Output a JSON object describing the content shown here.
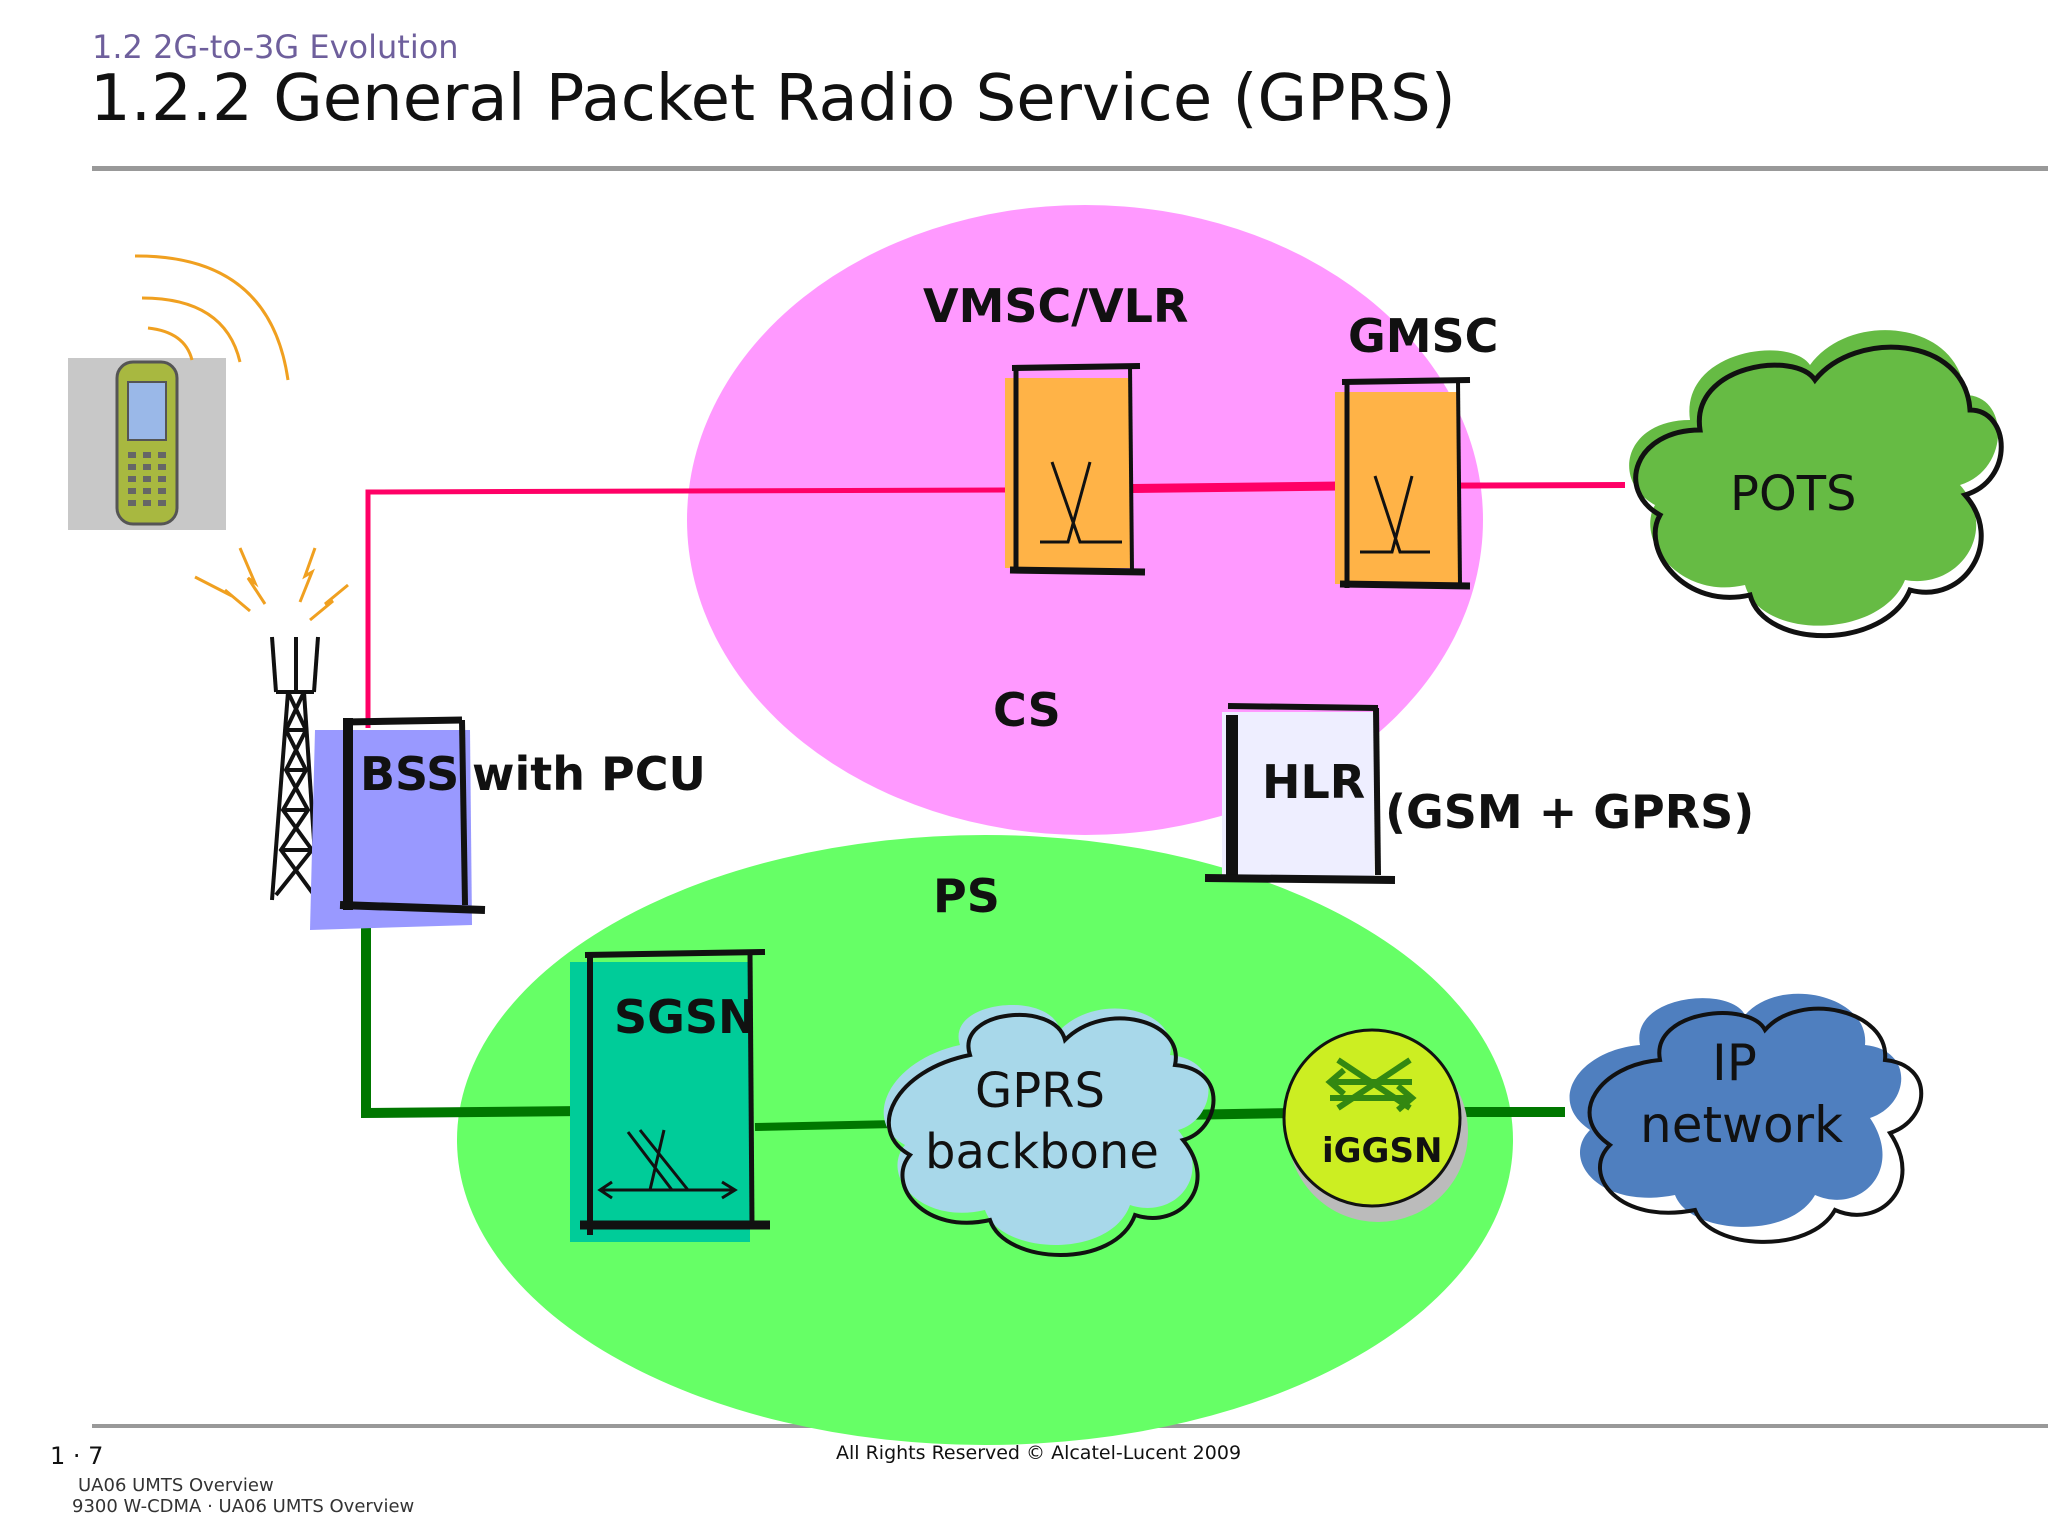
{
  "header": {
    "subtitle": "1.2 2G-to-3G Evolution",
    "title": "1.2.2 General Packet Radio Service (GPRS)"
  },
  "diagram": {
    "domains": {
      "cs": "CS",
      "ps": "PS"
    },
    "nodes": {
      "vmsc": "VMSC/VLR",
      "gmsc": "GMSC",
      "pots": "POTS",
      "bss": "BSS",
      "bss_suffix": "with PCU",
      "hlr": "HLR",
      "hlr_suffix": "(GSM + GPRS)",
      "sgsn": "SGSN",
      "gprs_backbone_line1": "GPRS",
      "gprs_backbone_line2": "backbone",
      "iggsn": "iGGSN",
      "ip_network_line1": "IP",
      "ip_network_line2": "network"
    },
    "colors": {
      "cs_domain": "#ff99ff",
      "ps_domain": "#66ff66",
      "circuit_link": "#ff0066",
      "packet_link": "#007700",
      "msc_box": "#ffb347",
      "bss_box": "#9999ff",
      "sgsn_box": "#00cc99",
      "hlr_box": "#eeeeff",
      "pots_cloud": "#66bb44",
      "backbone_cloud": "#a8d8ea",
      "ip_cloud": "#4f7fbf",
      "iggsn_node": "#ccee22",
      "radio_waves": "#f0a020"
    }
  },
  "footer": {
    "page_number": "1 · 7",
    "copyright": "All Rights Reserved © Alcatel-Lucent 2009",
    "course": "UA06 UMTS Overview",
    "product": "9300 W-CDMA · UA06 UMTS Overview"
  }
}
